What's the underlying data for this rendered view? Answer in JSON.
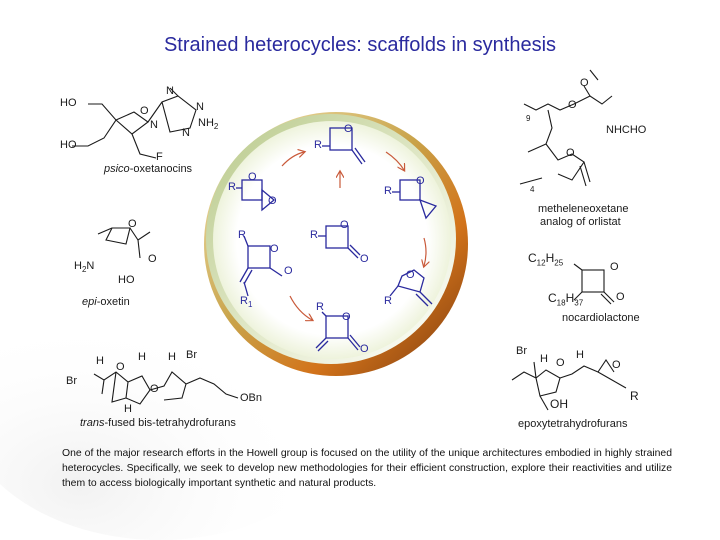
{
  "header": {
    "title": "Strained heterocycles: scaffolds in synthesis"
  },
  "molecules": {
    "oxetanocin": {
      "atoms": [
        "HO",
        "HO",
        "O",
        "N",
        "N",
        "N",
        "N",
        "NH",
        "F"
      ],
      "nh_sub": "2",
      "label_italic": "psico",
      "label_rest": "-oxetanocins"
    },
    "oxetin": {
      "atoms": [
        "O",
        "H",
        "N",
        "O",
        "HO"
      ],
      "h2n_sub": "2",
      "label_italic": "epi",
      "label_rest": "-oxetin"
    },
    "bisthf": {
      "atoms": [
        "Br",
        "H",
        "O",
        "H",
        "H",
        "Br",
        "O",
        "H",
        "OBn"
      ],
      "label_italic": "trans",
      "label_rest": "-fused bis-tetrahydrofurans"
    },
    "orlistat": {
      "atoms": [
        "O",
        "O",
        "NHCHO",
        "O",
        "9",
        "4"
      ],
      "label_line1": "metheleneoxetane",
      "label_line2": "analog of orlistat"
    },
    "nocardiolactone": {
      "c1": "C",
      "c1_sub": "12",
      "h1": "H",
      "h1_sub": "25",
      "c2": "C",
      "c2_sub": "18",
      "h2": "H",
      "h2_sub": "37",
      "atoms": [
        "O",
        "O"
      ],
      "label": "nocardiolactone"
    },
    "epoxythf": {
      "atoms": [
        "Br",
        "H",
        "O",
        "H",
        "O",
        "R",
        "OH"
      ],
      "label": "epoxytetrahydrofurans"
    }
  },
  "circle_scaffolds": {
    "atoms": [
      "R",
      "O",
      "R",
      "O",
      "O",
      "R",
      "O",
      "R",
      "O",
      "O",
      "O",
      "R",
      "O",
      "O",
      "R",
      "O",
      "R",
      "R"
    ],
    "r1_sub": "1"
  },
  "description": "One of the major research efforts in the Howell group is focused on the utility of the unique architectures embodied in highly strained heterocycles.   Specifically, we seek to develop new methodologies for their efficient construction, explore their reactivities and utilize them to access biologically important synthetic and natural products.",
  "colors": {
    "title": "#2a2a9e",
    "scaffold": "#2a2a9e",
    "arrow": "#c95a3a",
    "ring_gold": "#c9a34a",
    "ring_orange": "#d2731a",
    "ring_green": "#b8c98a"
  }
}
